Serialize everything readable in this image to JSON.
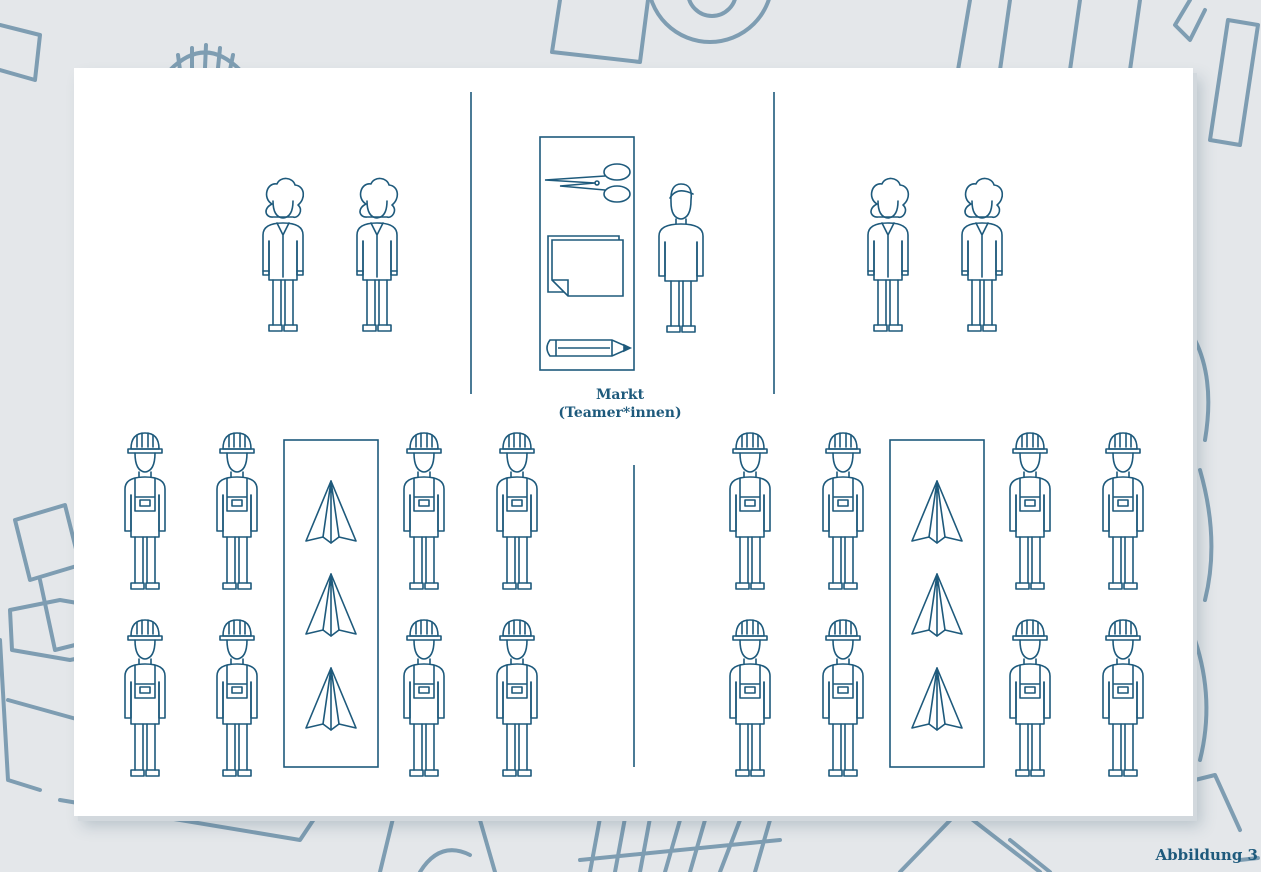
{
  "colors": {
    "line": "#1e5a7c",
    "background": "#e4e7ea",
    "decor": "#7e9db2",
    "card": "#ffffff"
  },
  "market": {
    "label_line1": "Markt",
    "label_line2": "(Teamer*innen)"
  },
  "figure_caption": "Abbildung 3",
  "groups": {
    "buyers_left": {
      "persons": 2,
      "icon": "businesswoman-icon"
    },
    "market_stand": {
      "persons": 1,
      "icon": "man-icon",
      "materials": [
        "scissors-icon",
        "paper-stack-icon",
        "pencil-icon"
      ]
    },
    "buyers_right": {
      "persons": 2,
      "icon": "businesswoman-icon"
    },
    "factory_left": {
      "workers": 8,
      "icon": "worker-icon",
      "products": [
        "paper-plane-icon",
        "paper-plane-icon",
        "paper-plane-icon"
      ]
    },
    "factory_right": {
      "workers": 8,
      "icon": "worker-icon",
      "products": [
        "paper-plane-icon",
        "paper-plane-icon",
        "paper-plane-icon"
      ]
    }
  }
}
